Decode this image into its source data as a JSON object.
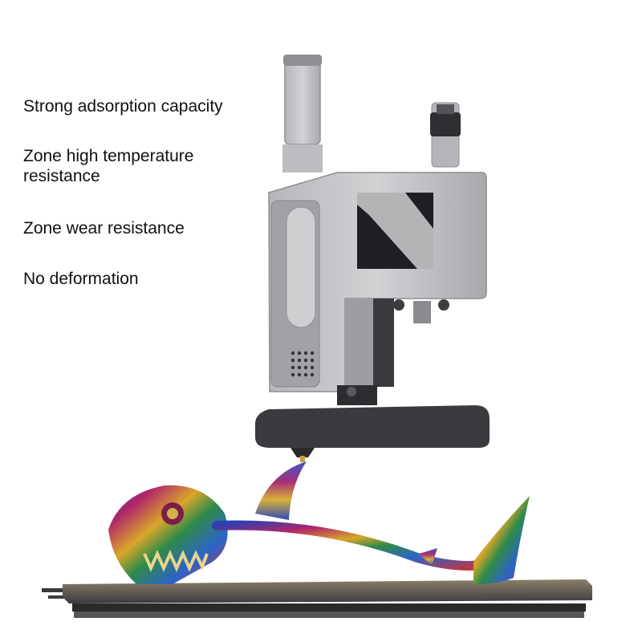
{
  "features": [
    "Strong adsorption capacity",
    "Zone high temperature resistance",
    "Zone wear resistance",
    "No deformation"
  ],
  "colors": {
    "background": "#ffffff",
    "text": "#111111",
    "printhead_body": "#c9c9cc",
    "printhead_shadow": "#9a9a9e",
    "base_dark": "#3b3b3f",
    "bed": "#5a5a5c"
  },
  "icons": {
    "printhead": "3d-printer-toolhead",
    "model": "rainbow-fish-skeleton-print",
    "bed": "pei-build-plate"
  }
}
